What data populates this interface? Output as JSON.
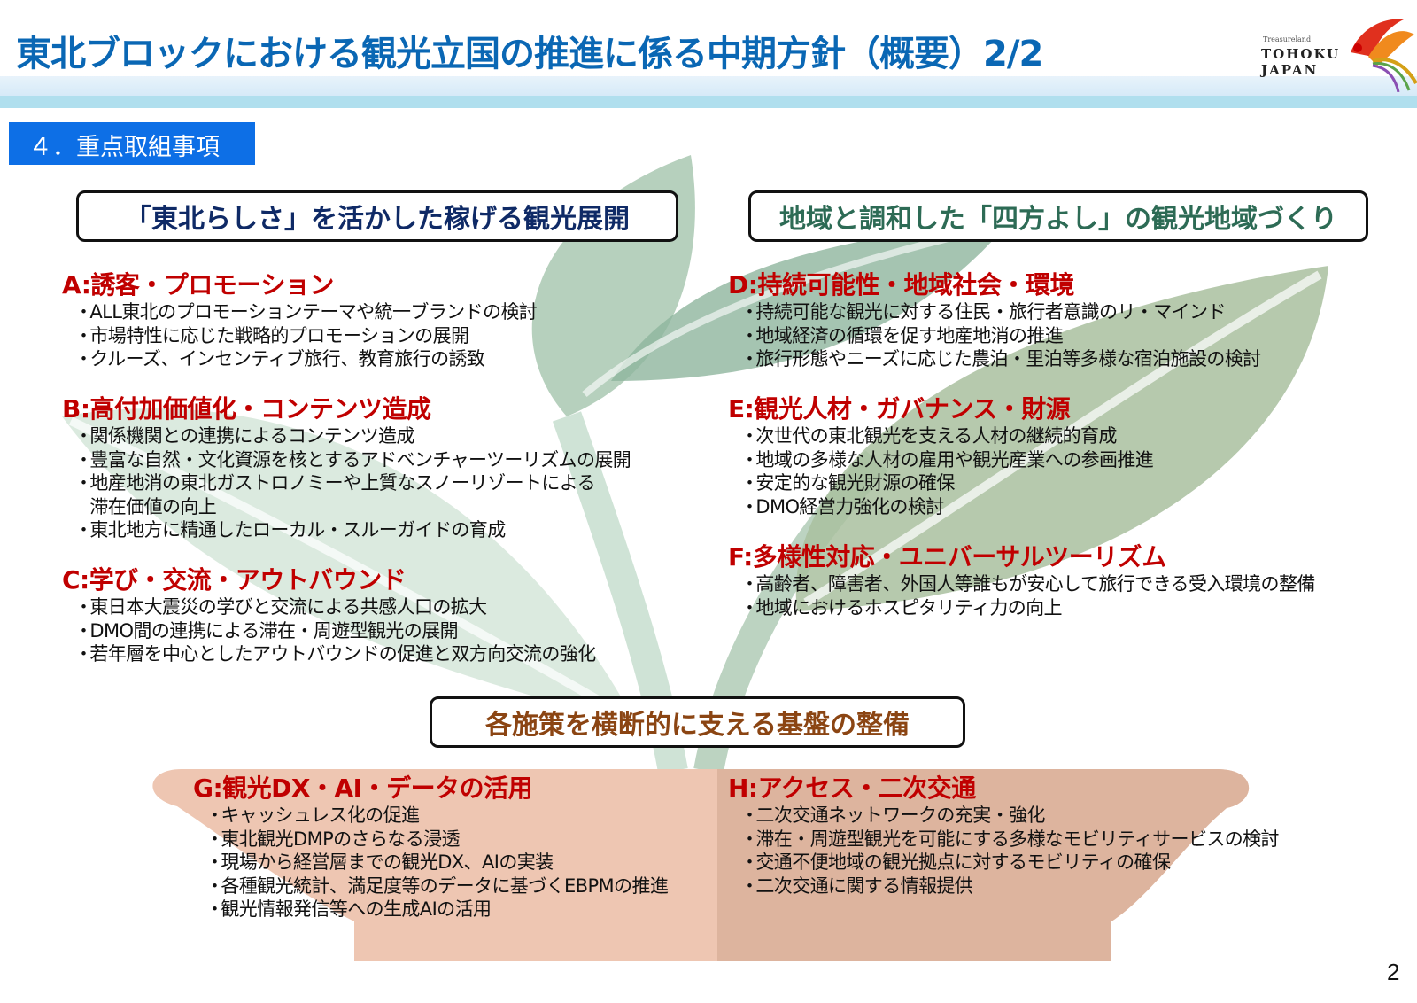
{
  "header": {
    "title": "東北ブロックにおける観光立国の推進に係る中期方針（概要）2/2",
    "logo": {
      "tagline": "Treasureland",
      "line1": "TOHOKU",
      "line2": "JAPAN",
      "icon": "phoenix-logo-icon"
    }
  },
  "section": {
    "label": "４．重点取組事項"
  },
  "pillars": {
    "left": {
      "title": "「東北らしさ」を活かした稼げる観光展開",
      "color": "#0f2a66"
    },
    "right": {
      "title": "地域と調和した「四方よし」の観光地域づくり",
      "color": "#2d6b55"
    },
    "bottom": {
      "title": "各施策を横断的に支える基盤の整備",
      "color": "#8b4513"
    }
  },
  "categories": {
    "A": {
      "heading": "A:誘客・プロモーション",
      "items": [
        "ALL東北のプロモーションテーマや統一ブランドの検討",
        "市場特性に応じた戦略的プロモーションの展開",
        "クルーズ、インセンティブ旅行、教育旅行の誘致"
      ]
    },
    "B": {
      "heading": "B:高付加価値化・コンテンツ造成",
      "items": [
        "関係機関との連携によるコンテンツ造成",
        "豊富な自然・文化資源を核とするアドベンチャーツーリズムの展開",
        "地産地消の東北ガストロノミーや上質なスノーリゾートによる",
        "滞在価値の向上",
        "東北地方に精通したローカル・スルーガイドの育成"
      ]
    },
    "C": {
      "heading": "C:学び・交流・アウトバウンド",
      "items": [
        "東日本大震災の学びと交流による共感人口の拡大",
        "DMO間の連携による滞在・周遊型観光の展開",
        "若年層を中心としたアウトバウンドの促進と双方向交流の強化"
      ]
    },
    "D": {
      "heading": "D:持続可能性・地域社会・環境",
      "items": [
        "持続可能な観光に対する住民・旅行者意識のリ・マインド",
        "地域経済の循環を促す地産地消の推進",
        "旅行形態やニーズに応じた農泊・里泊等多様な宿泊施設の検討"
      ]
    },
    "E": {
      "heading": "E:観光人材・ガバナンス・財源",
      "items": [
        "次世代の東北観光を支える人材の継続的育成",
        "地域の多様な人材の雇用や観光産業への参画推進",
        "安定的な観光財源の確保",
        "DMO経営力強化の検討"
      ]
    },
    "F": {
      "heading": "F:多様性対応・ユニバーサルツーリズム",
      "items": [
        "高齢者、障害者、外国人等誰もが安心して旅行できる受入環境の整備",
        "地域におけるホスピタリティ力の向上"
      ]
    },
    "G": {
      "heading": "G:観光DX・AI・データの活用",
      "items": [
        "キャッシュレス化の促進",
        "東北観光DMPのさらなる浸透",
        "現場から経営層までの観光DX、AIの実装",
        "各種観光統計、満足度等のデータに基づくEBPMの推進",
        "観光情報発信等への生成AIの活用"
      ]
    },
    "H": {
      "heading": "H:アクセス・二次交通",
      "items": [
        "二次交通ネットワークの充実・強化",
        "滞在・周遊型観光を可能にする多様なモビリティサービスの検討",
        "交通不便地域の観光拠点に対するモビリティの確保",
        "二次交通に関する情報提供"
      ]
    }
  },
  "colors": {
    "title_blue": "#0a67b4",
    "section_blue": "#0d6fe6",
    "heading_red": "#c00000",
    "leaf_green": "#7fa98c",
    "pot_light": "#eec6b2",
    "pot_dark": "#ddb49e"
  },
  "page_number": "2"
}
